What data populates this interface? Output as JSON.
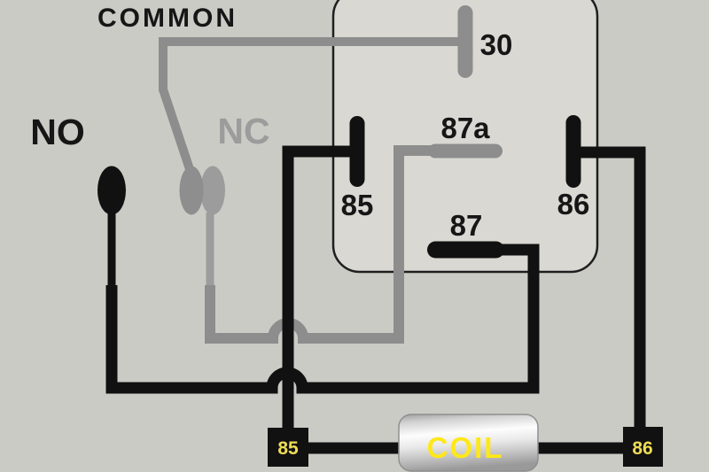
{
  "diagram": {
    "switch_labels": {
      "common": "COMMON",
      "no": "NO",
      "nc": "NC"
    },
    "relay_pins": {
      "pin_30": "30",
      "pin_85": "85",
      "pin_86": "86",
      "pin_87": "87",
      "pin_87a": "87a"
    },
    "bottom_terminals": {
      "terminal_85": "85",
      "terminal_86": "86",
      "coil": "COIL"
    },
    "colors": {
      "background": "#cbcbc6",
      "relay_fill": "#d9d8d3",
      "relay_border": "#1f1f1f",
      "wire_black": "#111111",
      "wire_gray": "#8d8d8d",
      "nc_gray": "#9c9c9c",
      "armature_gray": "#8e8e8e",
      "terminal_yellow": "#eedd55",
      "coil_yellow": "#ffe817"
    }
  }
}
